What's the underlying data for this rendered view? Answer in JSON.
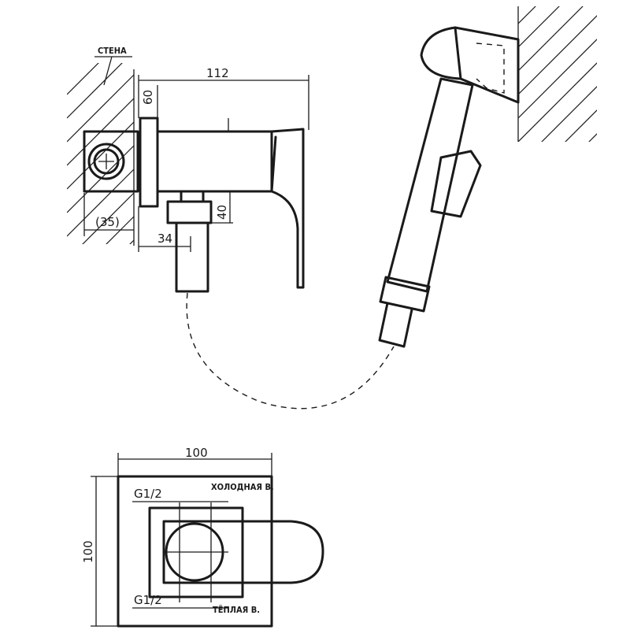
{
  "labels": {
    "wall": "СТЕНА",
    "cold_water": "ХОЛОДНАЯ В.",
    "warm_water": "ТЁПЛАЯ В.",
    "thread_top": "G1/2",
    "thread_bottom": "G1/2"
  },
  "dimensions": {
    "length": "112",
    "plate_thickness": "60",
    "wall_depth": "(35)",
    "outlet_offset": "34",
    "outlet_height": "40",
    "plate_width": "100",
    "plate_height": "100"
  }
}
